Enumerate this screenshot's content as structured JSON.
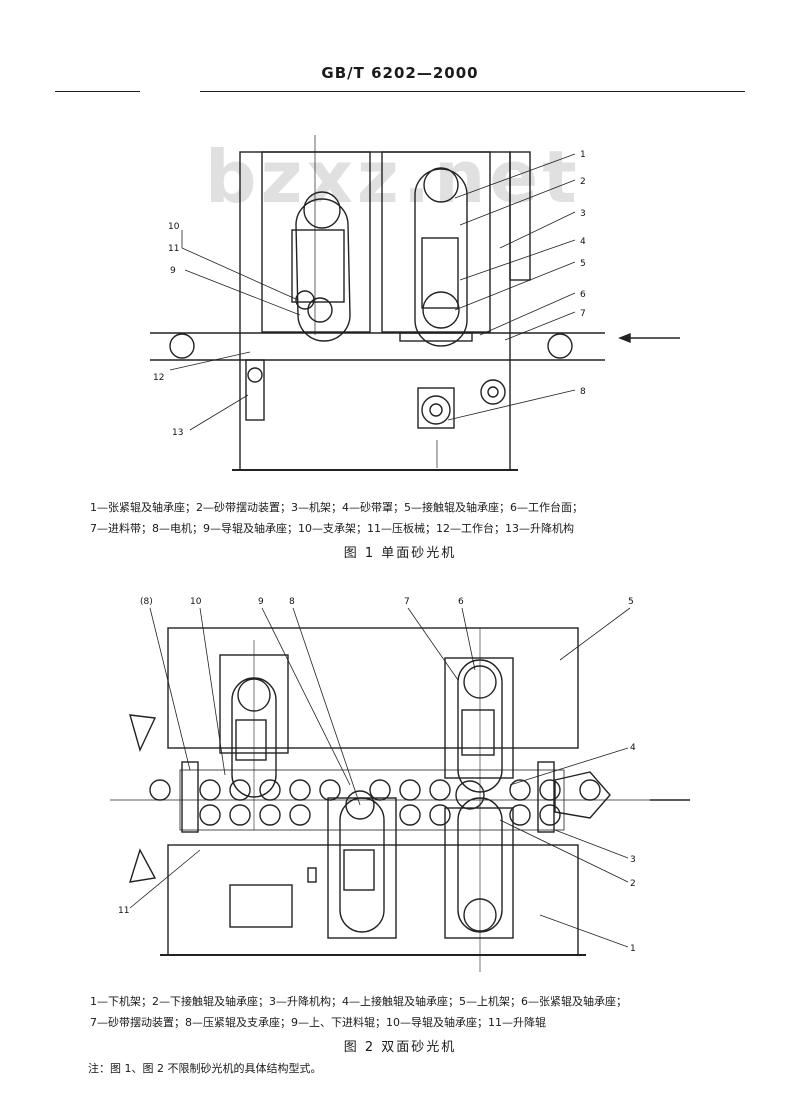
{
  "header": {
    "standard_code": "GB/T 6202—2000"
  },
  "watermark": "bzxz.net",
  "figure1": {
    "labels": [
      "1",
      "2",
      "3",
      "4",
      "5",
      "6",
      "7",
      "8",
      "9",
      "10",
      "11",
      "12",
      "13"
    ],
    "legend_line1": "1—张紧辊及轴承座；2—砂带摆动装置；3—机架；4—砂带罩；5—接触辊及轴承座；6—工作台面；",
    "legend_line2": "7—进料带；8—电机；9—导辊及轴承座；10—支承架；11—压板械；12—工作台；13—升降机构",
    "title": "图 1  单面砂光机"
  },
  "figure2": {
    "labels": [
      "(8)",
      "10",
      "9",
      "8",
      "7",
      "6",
      "5",
      "4",
      "3",
      "2",
      "1",
      "11"
    ],
    "legend_line1": "1—下机架；2—下接触辊及轴承座；3—升降机构；4—上接触辊及轴承座；5—上机架；6—张紧辊及轴承座；",
    "legend_line2": "7—砂带摆动装置；8—压紧辊及支承座；9—上、下进料辊；10—导辊及轴承座；11—升降辊",
    "title": "图 2  双面砂光机"
  },
  "note": "注：图 1、图 2 不限制砂光机的具体结构型式。"
}
